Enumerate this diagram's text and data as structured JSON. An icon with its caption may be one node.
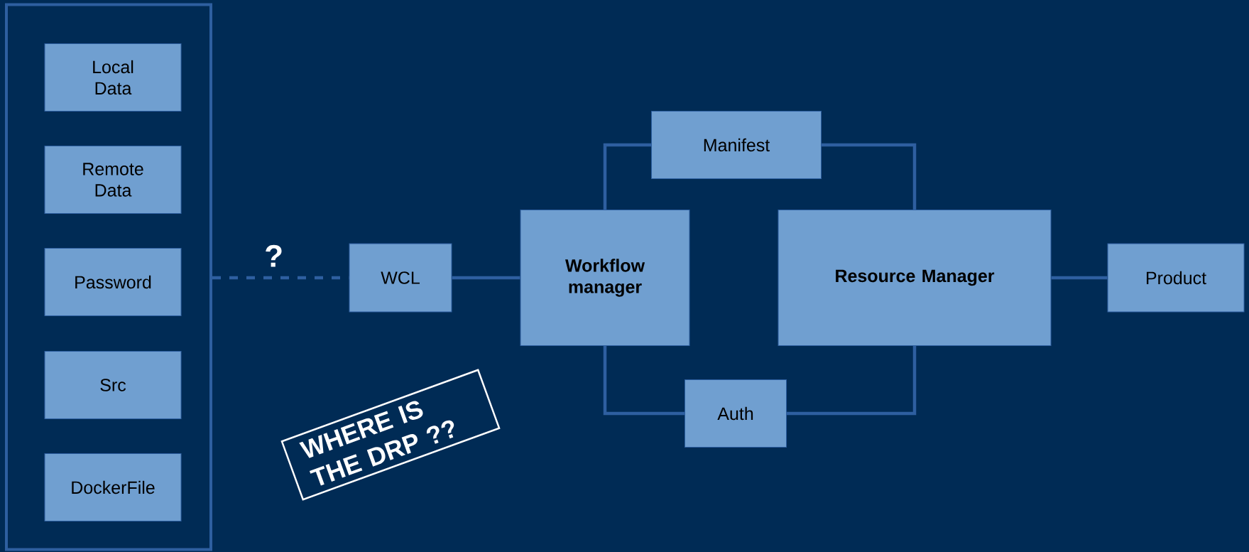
{
  "diagram": {
    "nodes": [
      {
        "text": [],
        "shape": "box"
      },
      {
        "text": [
          "Local Data"
        ],
        "in": 0
      },
      {
        "text": [
          "Remote Data"
        ],
        "in": 0
      },
      {
        "text": [
          "Password"
        ],
        "in": 0
      },
      {
        "text": [
          "Src"
        ],
        "in": 0
      },
      {
        "text": [
          "DockerFile"
        ],
        "in": 0
      },
      {
        "text": [
          "WCL"
        ]
      },
      {
        "text": [
          "Workflow manager"
        ]
      },
      {
        "text": [
          "Manifest"
        ]
      },
      {
        "text": [
          "Resource Manager"
        ]
      },
      {
        "text": [
          "Auth"
        ]
      },
      {
        "text": [
          "Product"
        ]
      },
      {
        "text": [
          "WHERE IS THE DRP ??"
        ]
      }
    ],
    "edges": [
      {
        "from": 0,
        "to": 6,
        "arrow": "none",
        "style": "dashed",
        "label": "?"
      },
      {
        "from": 6,
        "to": 7,
        "arrow": "none"
      },
      {
        "from": 7,
        "to": 8,
        "arrow": "none"
      },
      {
        "from": 8,
        "to": 9,
        "arrow": "none"
      },
      {
        "from": 7,
        "to": 10,
        "arrow": "none"
      },
      {
        "from": 10,
        "to": 9,
        "arrow": "none"
      },
      {
        "from": 9,
        "to": 11,
        "arrow": "none"
      }
    ]
  }
}
